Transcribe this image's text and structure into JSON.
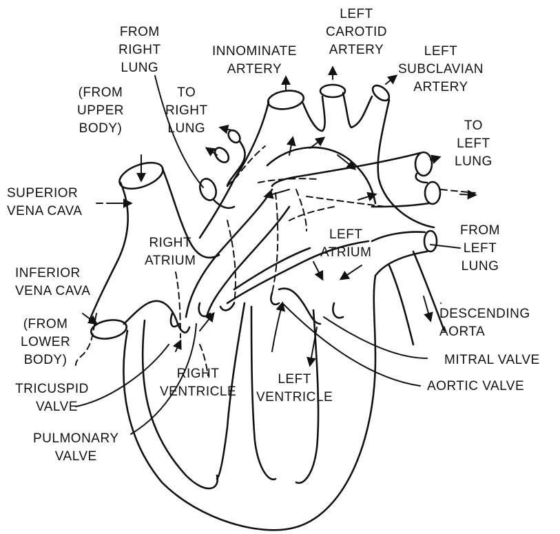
{
  "labels": {
    "from_right_lung": [
      "FROM",
      "RIGHT",
      "LUNG"
    ],
    "innominate_artery": [
      "INNOMINATE",
      "ARTERY"
    ],
    "left_carotid_artery": [
      "LEFT",
      "CAROTID",
      "ARTERY"
    ],
    "left_subclavian_artery": [
      "LEFT",
      "SUBCLAVIAN",
      "ARTERY"
    ],
    "from_upper_body": [
      "(FROM",
      "UPPER",
      "BODY)"
    ],
    "to_right_lung": [
      "TO",
      "RIGHT",
      "LUNG"
    ],
    "to_left_lung": [
      "TO",
      "LEFT",
      "LUNG"
    ],
    "superior_vena_cava": [
      "SUPERIOR",
      "VENA CAVA"
    ],
    "right_atrium": [
      "RIGHT",
      "ATRIUM"
    ],
    "left_atrium": [
      "LEFT",
      "ATRIUM"
    ],
    "from_left_lung": [
      "FROM",
      "LEFT",
      "LUNG"
    ],
    "inferior_vena_cava": [
      "INFERIOR",
      "VENA CAVA"
    ],
    "from_lower_body": [
      "(FROM",
      "LOWER",
      "BODY)"
    ],
    "descending_aorta": [
      "DESCENDING",
      "AORTA"
    ],
    "tricuspid_valve": [
      "TRICUSPID",
      "VALVE"
    ],
    "right_ventricle": [
      "RIGHT",
      "VENTRICLE"
    ],
    "left_ventricle": [
      "LEFT",
      "VENTRICLE"
    ],
    "mitral_valve": [
      "MITRAL VALVE"
    ],
    "aortic_valve": [
      "AORTIC VALVE"
    ],
    "pulmonary_valve": [
      "PULMONARY",
      "VALVE"
    ]
  }
}
